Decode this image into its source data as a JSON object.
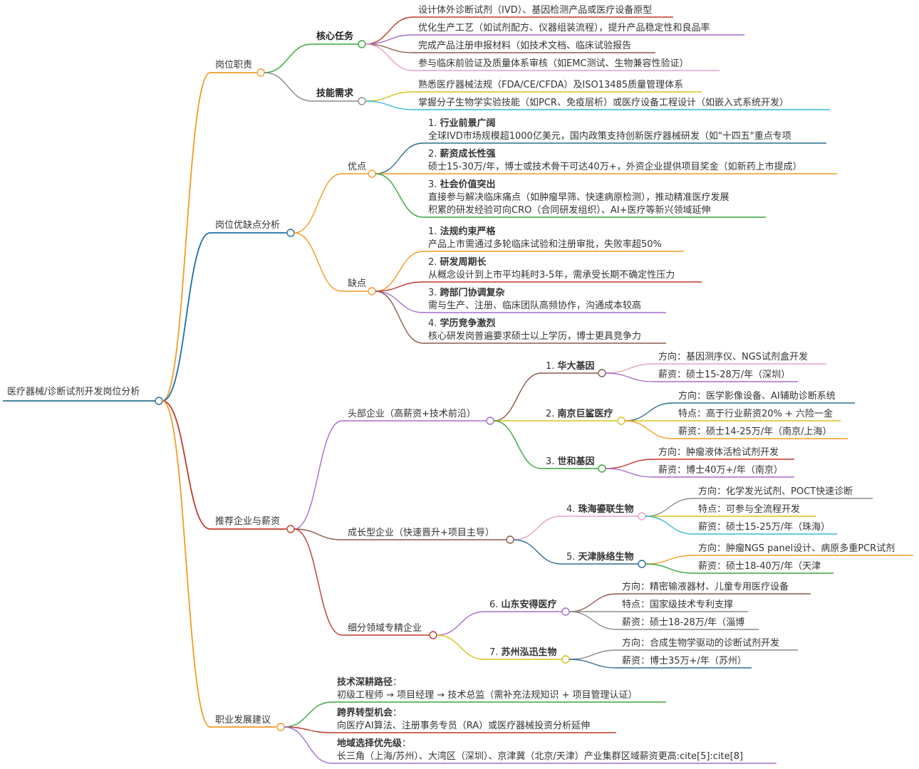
{
  "title": "医疗器械/诊断试剂开发岗位分析",
  "colors": {
    "orange": "#f59a23",
    "blue": "#1f6fa3",
    "red": "#c0392b",
    "green": "#3aa53a",
    "gray": "#8c8c8c",
    "pink": "#e8a0c8",
    "purple": "#a66ccf",
    "yellow": "#d8c21a",
    "cyan": "#33b8d6",
    "brown": "#8b5a4a",
    "teal": "#2b6e8f"
  },
  "duties": {
    "label": "岗位职责",
    "core": {
      "label": "核心任务",
      "items": [
        "设计体外诊断试剂（IVD）、基因检测产品或医疗设备原型",
        "优化生产工艺（如试剂配方、仪器组装流程），提升产品稳定性和良品率",
        "完成产品注册申报材料（如技术文档、临床试验报告",
        "参与临床前验证及质量体系审核（如EMC测试、生物兼容性验证）"
      ]
    },
    "skills": {
      "label": "技能需求",
      "items": [
        "熟悉医疗器械法规（FDA/CE/CFDA）及ISO13485质量管理体系",
        "掌握分子生物学实验技能（如PCR、免疫层析）或医疗设备工程设计（如嵌入式系统开发）"
      ]
    }
  },
  "analysis": {
    "label": "岗位优缺点分析",
    "pros": {
      "label": "优点",
      "items": [
        {
          "num": "1.",
          "title": "行业前景广阔",
          "lines": [
            "全球IVD市场规模超1000亿美元，国内政策支持创新医疗器械研发（如\"十四五\"重点专项"
          ]
        },
        {
          "num": "2.",
          "title": "薪资成长性强",
          "lines": [
            "硕士15-30万/年，博士或技术骨干可达40万+，外资企业提供项目奖金（如新药上市提成）"
          ]
        },
        {
          "num": "3.",
          "title": "社会价值突出",
          "lines": [
            "直接参与解决临床痛点（如肿瘤早筛、快速病原检测），推动精准医疗发展",
            "积累的研发经验可向CRO（合同研发组织）、AI+医疗等新兴领域延伸"
          ]
        }
      ]
    },
    "cons": {
      "label": "缺点",
      "items": [
        {
          "num": "1.",
          "title": "法规约束严格",
          "lines": [
            "产品上市需通过多轮临床试验和注册审批，失败率超50%"
          ]
        },
        {
          "num": "2.",
          "title": "研发周期长",
          "lines": [
            "从概念设计到上市平均耗时3-5年，需承受长期不确定性压力"
          ]
        },
        {
          "num": "3.",
          "title": "跨部门协调复杂",
          "lines": [
            "需与生产、注册、临床团队高频协作，沟通成本较高"
          ]
        },
        {
          "num": "4.",
          "title": "学历竞争激烈",
          "lines": [
            "核心研发岗普遍要求硕士以上学历，博士更具竞争力"
          ]
        }
      ]
    }
  },
  "companies": {
    "label": "推荐企业与薪资",
    "head": {
      "label": "头部企业（高薪资+技术前沿）",
      "items": [
        {
          "num": "1.",
          "name": "华大基因",
          "details": [
            "方向：基因测序仪、NGS试剂盒开发",
            "薪资：硕士15-28万/年（深圳）"
          ]
        },
        {
          "num": "2.",
          "name": "南京巨鲨医疗",
          "details": [
            "方向：医学影像设备、AI辅助诊断系统",
            "特点：高于行业薪资20% + 六险一金",
            "薪资：硕士14-25万/年（南京/上海）"
          ]
        },
        {
          "num": "3.",
          "name": "世和基因",
          "details": [
            "方向：肿瘤液体活检试剂开发",
            "薪资：博士40万+/年（南京）"
          ]
        }
      ]
    },
    "growth": {
      "label": "成长型企业（快速晋升+项目主导）",
      "items": [
        {
          "num": "4.",
          "name": "珠海鎏联生物",
          "details": [
            "方向：化学发光试剂、POCT快速诊断",
            "特点：可参与全流程开发",
            "薪资：硕士15-25万/年（珠海）"
          ]
        },
        {
          "num": "5.",
          "name": "天津脉络生物",
          "details": [
            "方向：肿瘤NGS panel设计、病原多重PCR试剂",
            "薪资：硕士18-40万/年（天津"
          ]
        }
      ]
    },
    "niche": {
      "label": "细分领域专精企业",
      "items": [
        {
          "num": "6.",
          "name": "山东安得医疗",
          "details": [
            "方向：精密输液器材、儿童专用医疗设备",
            "特点：国家级技术专利支撑",
            "薪资：硕士18-28万/年（淄博"
          ]
        },
        {
          "num": "7.",
          "name": "苏州泓迅生物",
          "details": [
            "方向：合成生物学驱动的诊断试剂开发",
            "薪资：博士35万+/年（苏州）"
          ]
        }
      ]
    }
  },
  "career": {
    "label": "职业发展建议",
    "items": [
      {
        "title": "技术深耕路径",
        "colon": "：",
        "text": "初级工程师 → 项目经理 → 技术总监（需补充法规知识 + 项目管理认证）"
      },
      {
        "title": "跨界转型机会",
        "colon": "：",
        "text": "向医疗AI算法、注册事务专员（RA）或医疗器械投资分析延伸"
      },
      {
        "title": "地域选择优先级",
        "colon": "：",
        "text": "长三角（上海/苏州）、大湾区（深圳）、京津冀（北京/天津）产业集群区域薪资更高:cite[5]:cite[8]"
      }
    ]
  }
}
